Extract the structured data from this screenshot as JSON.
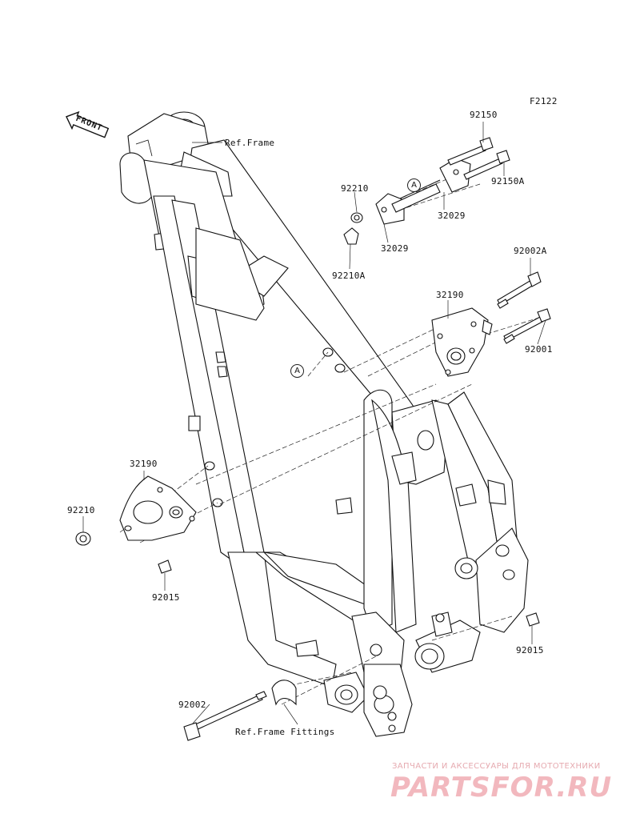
{
  "diagram_code": "F2122",
  "orientation": {
    "front_label": "FRONT"
  },
  "references": {
    "frame": "Ref.Frame",
    "frame_fittings": "Ref.Frame Fittings",
    "marker_a": "A"
  },
  "parts": {
    "p92150": "92150",
    "p92150A": "92150A",
    "p92210_top": "92210",
    "p32029_a": "32029",
    "p32029_b": "32029",
    "p92210A": "92210A",
    "p92002A": "92002A",
    "p32190_right": "32190",
    "p92001": "92001",
    "p32190_left": "32190",
    "p92210_left": "92210",
    "p92015_left": "92015",
    "p92015_right": "92015",
    "p92002": "92002"
  },
  "watermark": {
    "tagline": "ЗАПЧАСТИ И АКСЕССУАРЫ ДЛЯ МОТОТЕХНИКИ",
    "brand": "PARTSFOR.RU",
    "color": "#f2b8be"
  }
}
